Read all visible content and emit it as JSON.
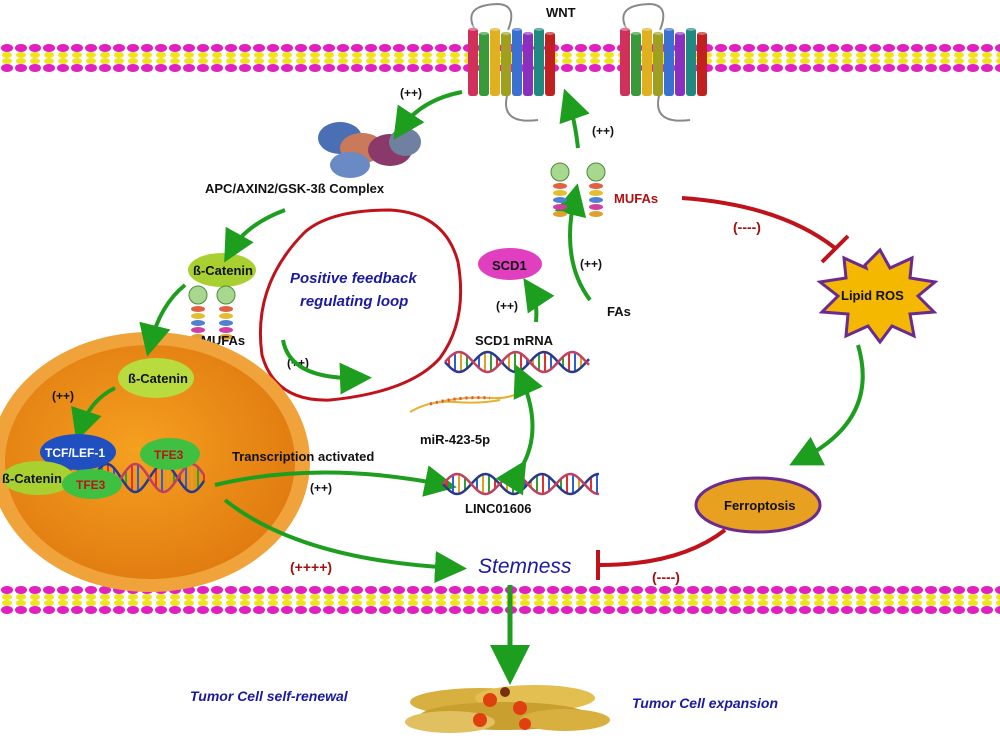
{
  "labels": {
    "wnt": "WNT",
    "apc_complex": "APC/AXIN2/GSK-3ß  Complex",
    "b_catenin_1": "ß-Catenin",
    "mufas_left": "MUFAs",
    "b_catenin_2": "ß-Catenin",
    "tcf_lef": "TCF/LEF-1",
    "b_catenin_3": "ß-Catenin",
    "tfe3_1": "TFE3",
    "tfe3_2": "TFE3",
    "loop_line1": "Positive feedback",
    "loop_line2": "regulating loop",
    "scd1": "SCD1",
    "scd1_mrna": "SCD1 mRNA",
    "fas": "FAs",
    "mufas_right": "MUFAs",
    "lipid_ros": "Lipid ROS",
    "mir": "miR-423-5p",
    "linc": "LINC01606",
    "transcription": "Transcription activated",
    "ferroptosis": "Ferroptosis",
    "stemness": "Stemness",
    "self_renewal": "Tumor Cell self-renewal",
    "expansion": "Tumor Cell expansion"
  },
  "effects": {
    "wnt_to_complex": "(++)",
    "to_wnt": "(++)",
    "fas_to_mufas": "(++)",
    "mrna_to_scd1": "(++)",
    "nucleus_catenin": "(++)",
    "loop_arrow": "(++)",
    "transcription": "(++)",
    "stemness_strong": "(++++)",
    "mufas_inhibit": "(----)",
    "ferro_inhibit": "(----)"
  },
  "colors": {
    "activation": "#1e9e1e",
    "inhibition": "#c0121b",
    "membrane_head": "#e020c0",
    "membrane_tail": "#f2e21a",
    "nucleus": "#f5a020",
    "ros": "#f5b800",
    "ferroptosis": "#e8a020",
    "italic_blue": "#1a1aa0"
  }
}
